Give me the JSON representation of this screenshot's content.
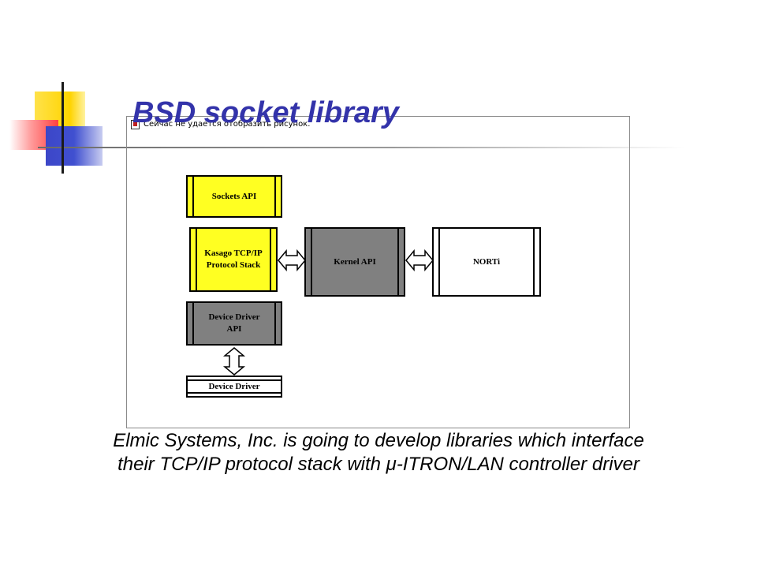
{
  "slide": {
    "title": "BSD socket library",
    "caption": "Elmic Systems, Inc. is going to develop libraries which interface their TCP/IP protocol stack with μ-ITRON/LAN controller driver"
  },
  "placeholder": {
    "text": "Сейчас не удается отобразить рисунок."
  },
  "diagram": {
    "blocks": {
      "sockets_api": "Sockets API",
      "tcpip_line1": "Kasago TCP/IP",
      "tcpip_line2": "Protocol Stack",
      "kernel_api": "Kernel API",
      "norti": "NORTi",
      "driver_api_line1": "Device Driver",
      "driver_api_line2": "API",
      "device_driver": "Device Driver"
    }
  },
  "colors": {
    "title": "#3333aa",
    "yellow_block": "#ffff22",
    "gray_block": "#808080"
  }
}
